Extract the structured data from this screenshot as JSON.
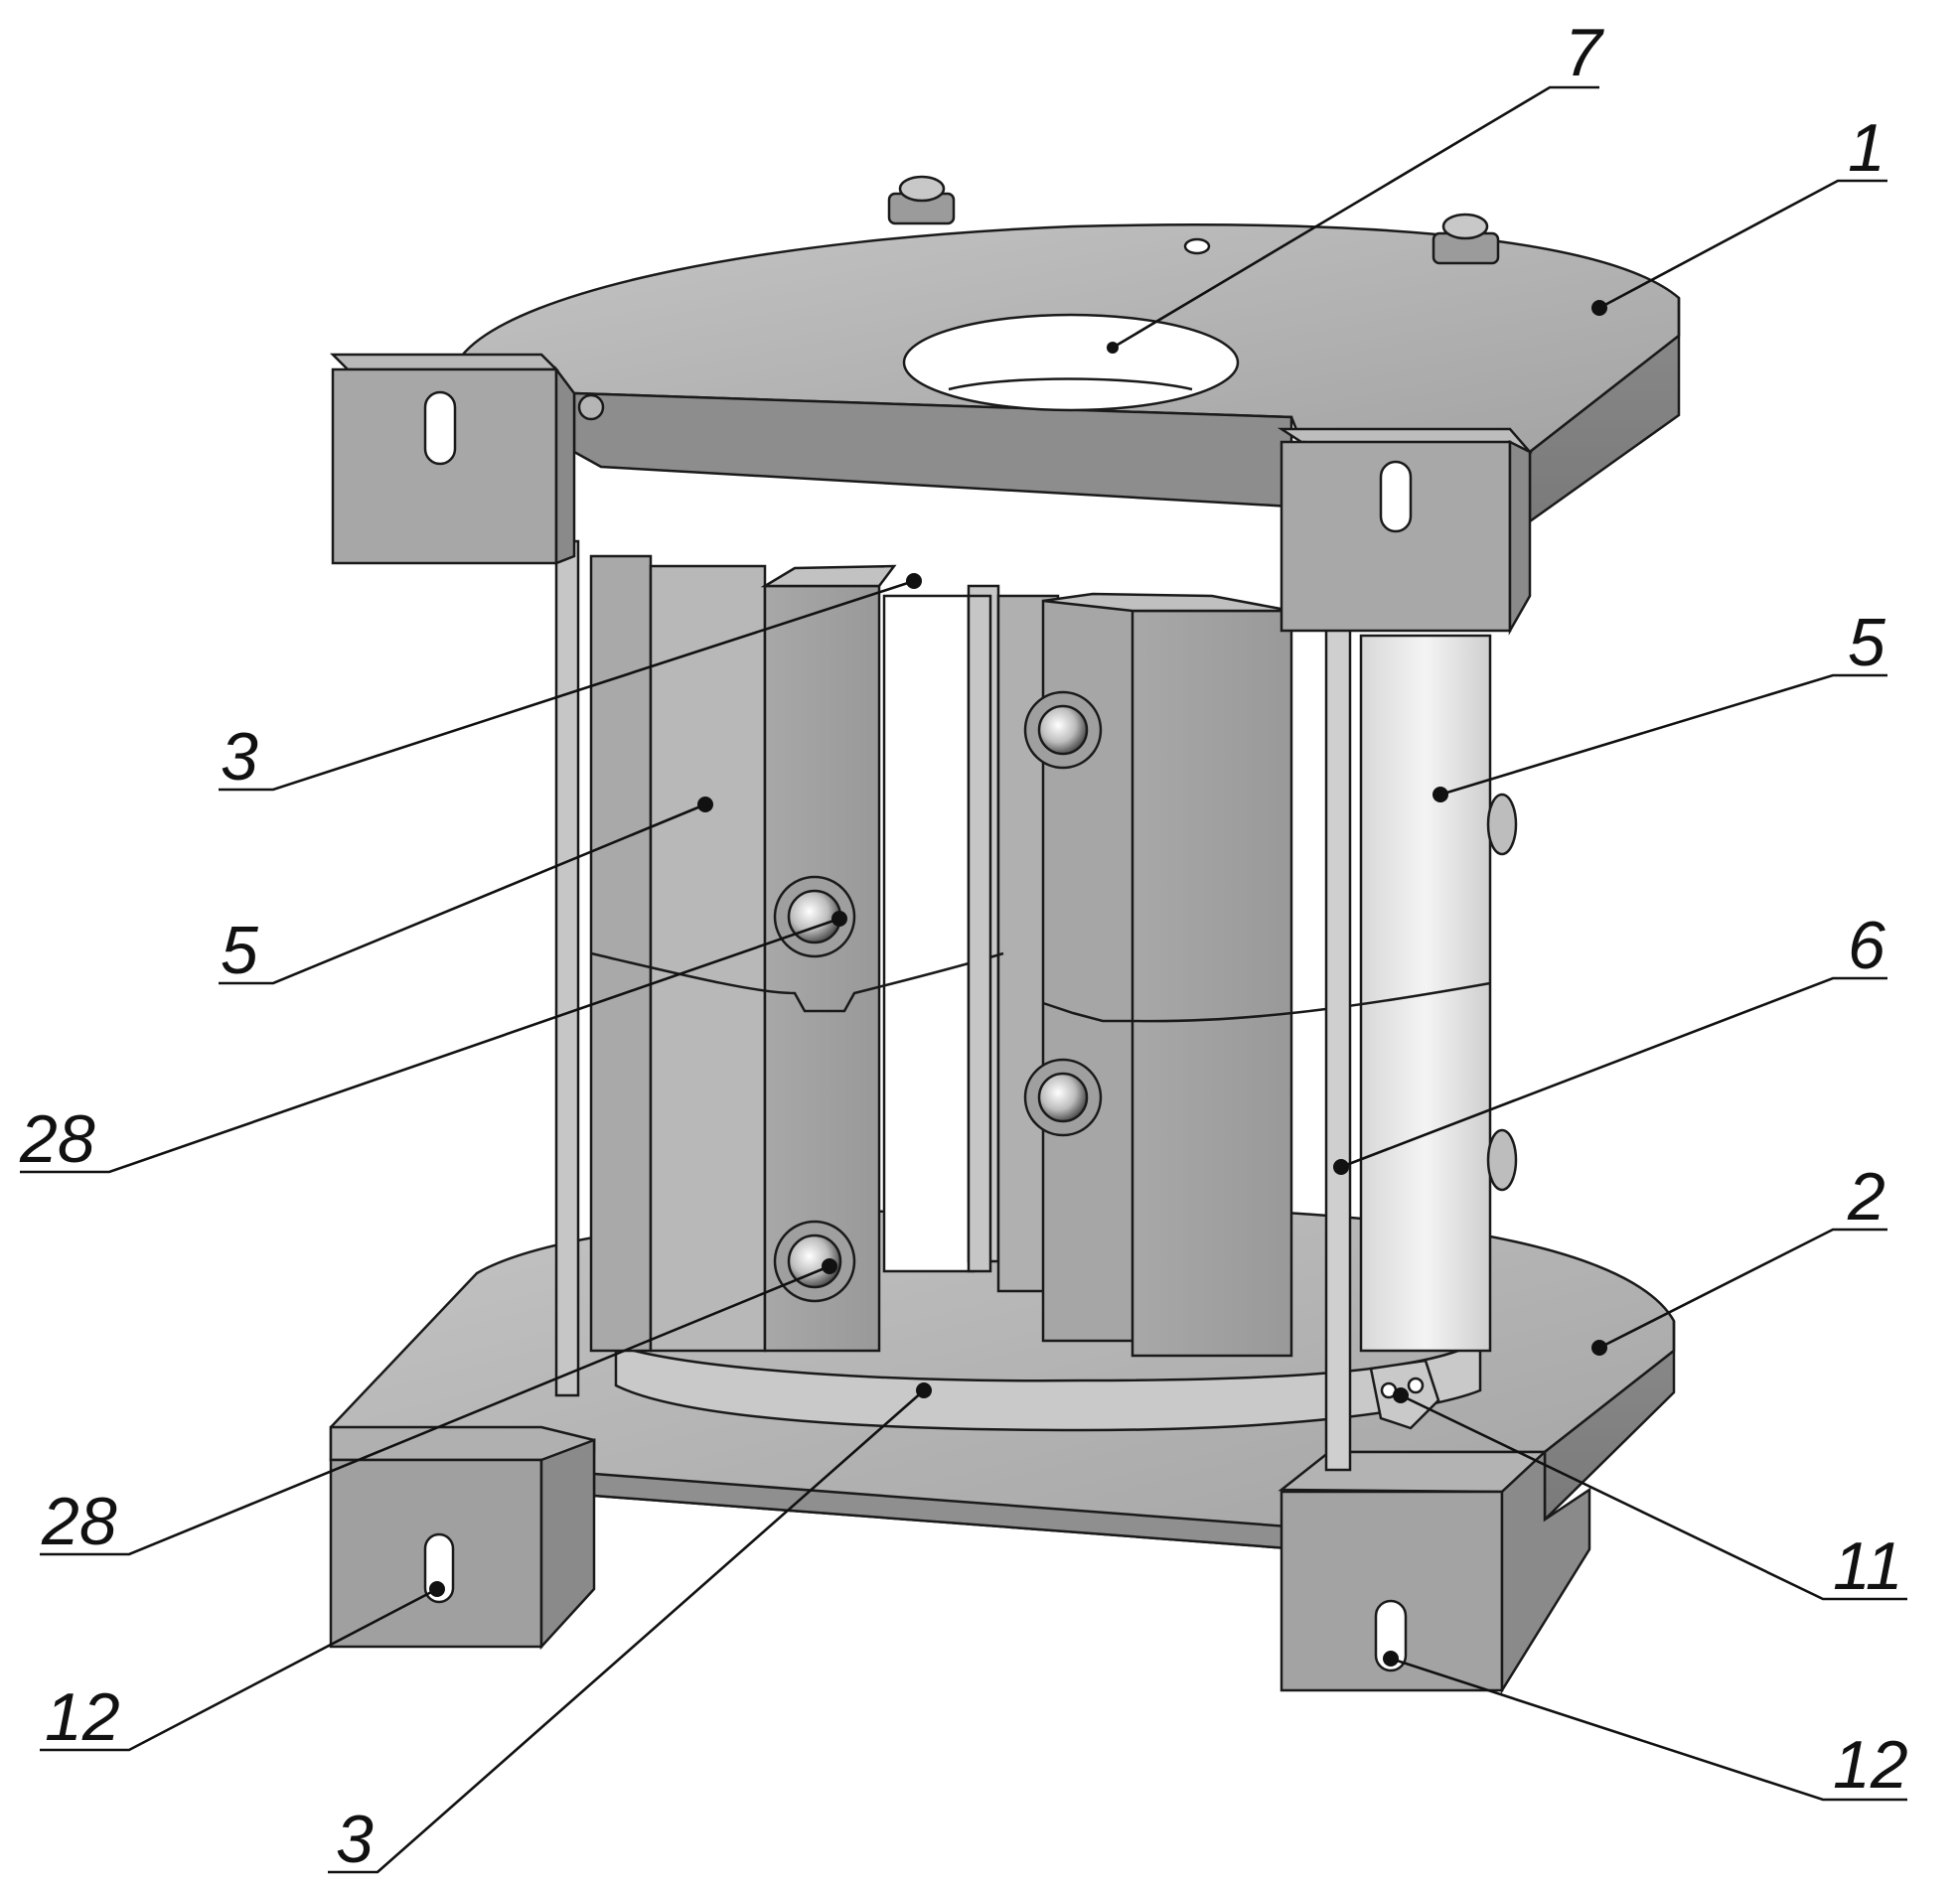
{
  "colors": {
    "metal_light": "#b7b7b7",
    "metal_mid": "#9a9a9a",
    "metal_dark": "#6f6f6f",
    "outline": "#1a1a1a",
    "highlight": "#f2f2f2"
  },
  "callouts": [
    {
      "id": "c7",
      "label": "7"
    },
    {
      "id": "c1",
      "label": "1"
    },
    {
      "id": "c3t",
      "label": "3"
    },
    {
      "id": "c5l",
      "label": "5"
    },
    {
      "id": "c5r",
      "label": "5"
    },
    {
      "id": "c6",
      "label": "6"
    },
    {
      "id": "c28a",
      "label": "28"
    },
    {
      "id": "c2",
      "label": "2"
    },
    {
      "id": "c28b",
      "label": "28"
    },
    {
      "id": "c11",
      "label": "11"
    },
    {
      "id": "c12l",
      "label": "12"
    },
    {
      "id": "c12r",
      "label": "12"
    },
    {
      "id": "c3b",
      "label": "3"
    }
  ]
}
